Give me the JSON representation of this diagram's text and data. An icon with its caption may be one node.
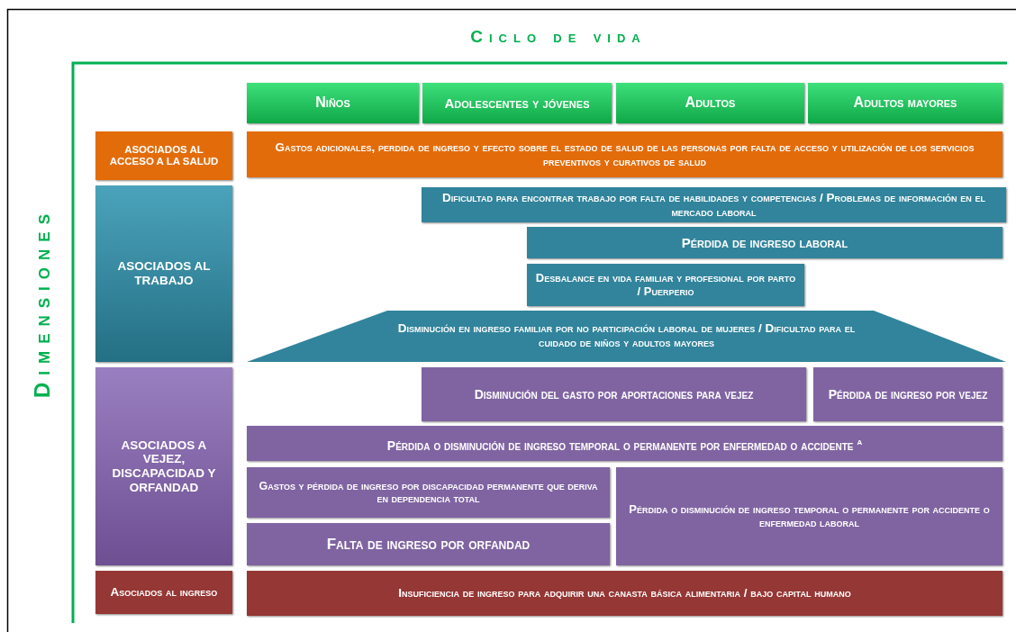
{
  "diagram": {
    "title": "Ciclo de vida",
    "nodes": [
      {
        "text": [
          "Niños"
        ]
      },
      {
        "text": [
          "Adolescentes y jóvenes"
        ]
      },
      {
        "text": [
          "Adultos"
        ]
      },
      {
        "text": [
          "Adultos mayores"
        ]
      },
      {
        "text": [
          "ASOCIADOS AL ACCESO A LA SALUD"
        ]
      },
      {
        "text": [
          "Gastos adicionales, perdida de ingreso y efecto sobre el estado de salud de las personas por falta de acceso y utilización de los servicios preventivos y curativos de salud"
        ]
      },
      {
        "text": [
          "ASOCIADOS AL TRABAJO"
        ]
      },
      {
        "text": [
          "Dificultad para encontrar trabajo por falta de habilidades y competencias / Problemas de información en el mercado laboral"
        ]
      },
      {
        "text": [
          "Pérdida de ingreso laboral"
        ]
      },
      {
        "text": [
          "Desbalance en vida familiar y profesional por parto / Puerperio"
        ]
      },
      {
        "text": [
          "Disminución en ingreso familiar por no participación laboral de mujeres / Dificultad para el cuidado de niños y adultos mayores"
        ]
      },
      {
        "text": [
          "ASOCIADOS A VEJEZ, DISCAPACIDAD Y ORFANDAD"
        ]
      },
      {
        "text": [
          "Disminución del gasto por aportaciones para vejez"
        ]
      },
      {
        "text": [
          "Pérdida de ingreso por vejez"
        ]
      },
      {
        "text": [
          "Pérdida o disminución de ingreso temporal o permanente por enfermedad o accidente $^{a}$"
        ]
      },
      {
        "text": [
          "Gastos y pérdida de ingreso por discapacidad permanente que deriva en dependencia total"
        ]
      },
      {
        "text": [
          "Falta de ingreso por orfandad"
        ]
      },
      {
        "text": [
          "Pérdida o disminución de ingreso temporal o permanente por accidente o enfermedad laboral"
        ]
      },
      {
        "text": [
          "Asociados al ingreso"
        ]
      },
      {
        "text": [
          "Insuficiencia de ingreso para adquirir una canasta básica alimentaria / bajo capital humano"
        ]
      }
    ],
    "edges": [],
    "labels": [
      "Dimensiones"
    ]
  }
}
